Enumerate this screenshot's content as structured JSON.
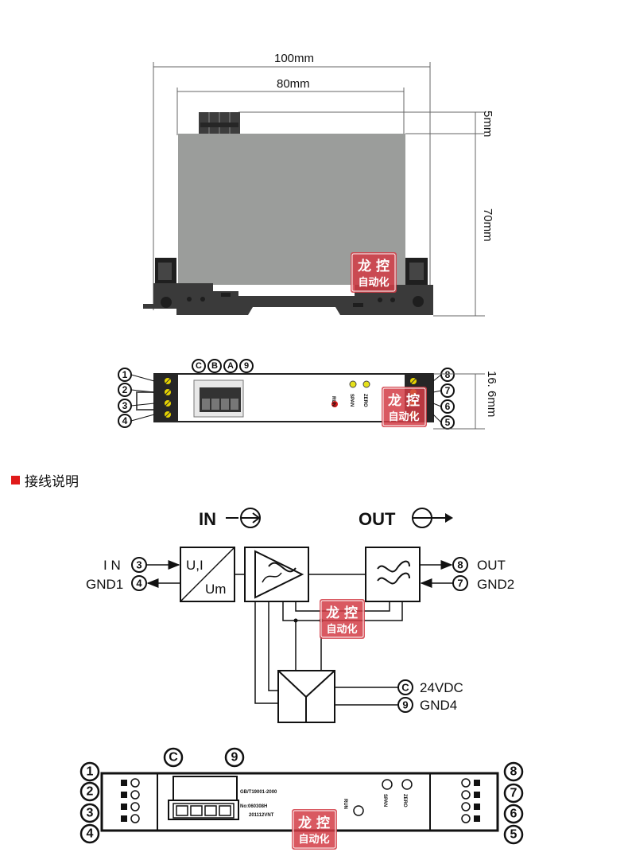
{
  "dimensions": {
    "outer_width": "100mm",
    "inner_width": "80mm",
    "terminal_height": "5mm",
    "body_height": "70mm",
    "module_width": "16. 6mm"
  },
  "section_title": "接线说明",
  "watermark": {
    "line1": "龙 控",
    "line2": "自动化"
  },
  "terminals": {
    "t1": "1",
    "t2": "2",
    "t3": "3",
    "t4": "4",
    "t5": "5",
    "t6": "6",
    "t7": "7",
    "t8": "8",
    "t9": "9",
    "tA": "A",
    "tB": "B",
    "tC": "C"
  },
  "panel": {
    "zero": "ZERO",
    "span": "SPAN",
    "run": "RUN",
    "standard": "GB/T19001-2000",
    "serial": "No:060308H",
    "batch": "201112VNT"
  },
  "diagram": {
    "in_header": "IN",
    "out_header": "OUT",
    "in_label": "I N",
    "gnd1_label": "GND1",
    "out_label": "OUT",
    "gnd2_label": "GND2",
    "power_label": "24VDC",
    "gnd4_label": "GND4",
    "conv_top": "U,I",
    "conv_bottom": "Um"
  },
  "colors": {
    "body_gray": "#9b9d9b",
    "rail_dark": "#3a3a3a",
    "watermark": "#d23c45",
    "section_marker": "#e01a1a"
  }
}
